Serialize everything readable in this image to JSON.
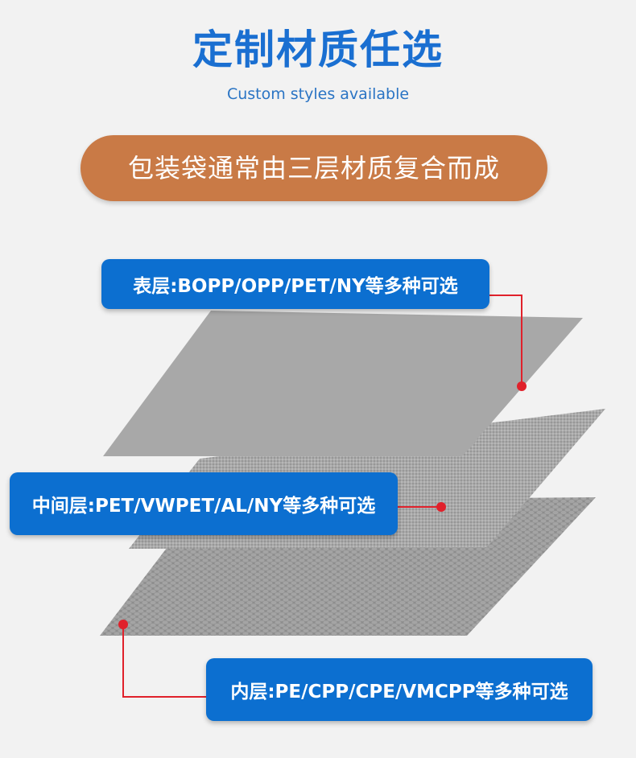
{
  "header": {
    "title": "定制材质任选",
    "subtitle": "Custom styles available"
  },
  "banner": {
    "text": "包装袋通常由三层材质复合而成"
  },
  "layers": {
    "surface": "表层:BOPP/OPP/PET/NY等多种可选",
    "middle": "中间层:PET/VWPET/AL/NY等多种可选",
    "inner": "内层:PE/CPP/CPE/VMCPP等多种可选"
  },
  "colors": {
    "title_blue": "#1a6fd1",
    "label_blue": "#0c6fd0",
    "banner_orange": "#c97a46",
    "connector_red": "#e0212b"
  }
}
